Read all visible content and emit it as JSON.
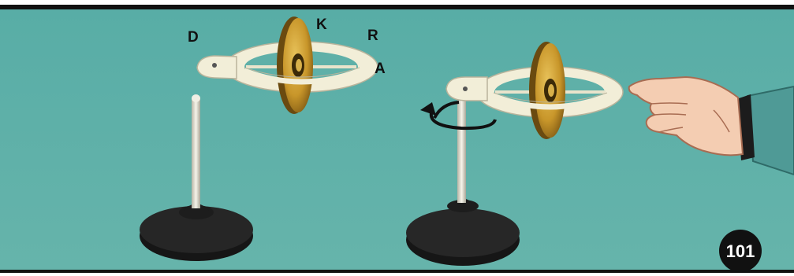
{
  "labels": {
    "d": "D",
    "k": "K",
    "r": "R",
    "a": "A"
  },
  "page_number": "101",
  "colors": {
    "background": "#5fb0a8",
    "frame": "#111111",
    "ring": "#f2eed8",
    "rotor": "#c99a2c",
    "stand_base": "#1a1a1a",
    "stem": "#ebe8da",
    "skin": "#f4cdb2",
    "sleeve": "#4f9a96"
  }
}
